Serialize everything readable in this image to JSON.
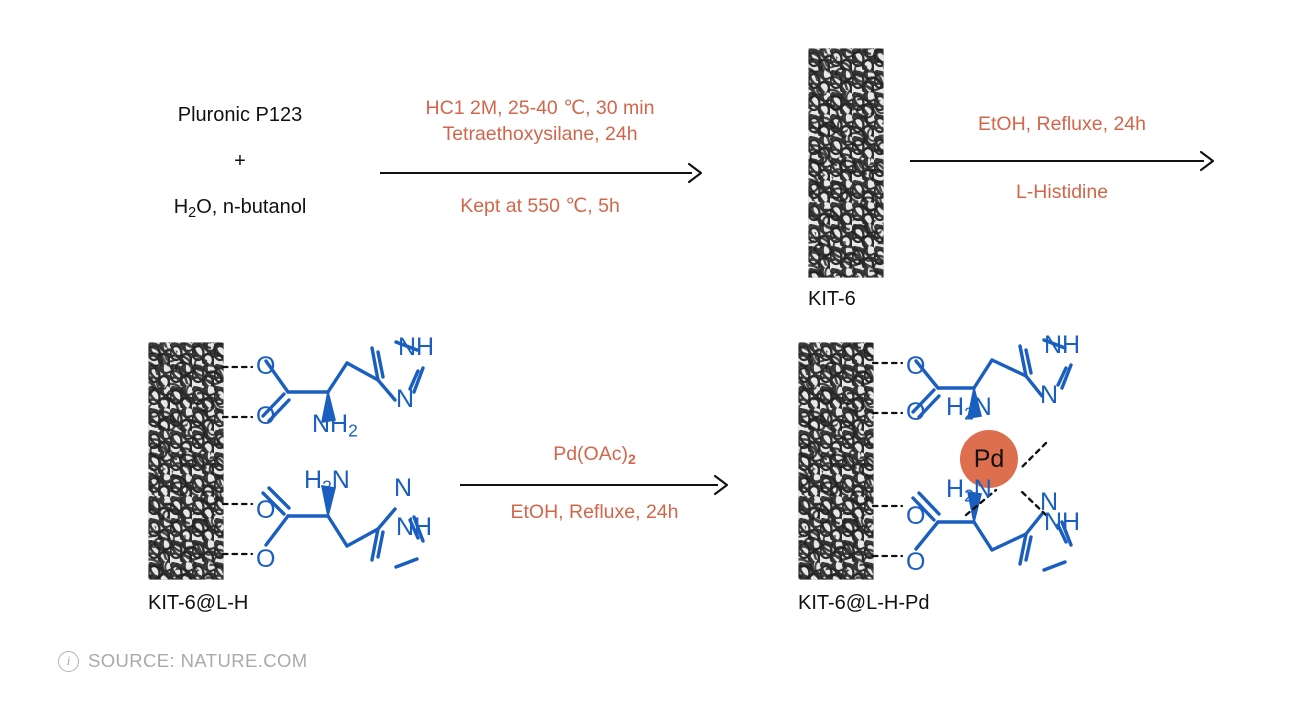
{
  "figure": {
    "title": "Synthesis scheme of KIT-6@L-H-Pd catalyst",
    "background": "#ffffff",
    "accent_condition_color": "#d2664b",
    "structure_color": "#1a5fbf",
    "palladium_color": "#dd6e4e"
  },
  "reactants": {
    "line1": "Pluronic P123",
    "line2": "+",
    "line3_pre": "H",
    "line3_sub": "2",
    "line3_post": "O, n-butanol"
  },
  "steps": [
    {
      "id": "step-1",
      "above_line1": "HC1 2M, 25-40 ℃, 30 min",
      "above_line2": "Tetraethoxysilane, 24h",
      "below_line1": "Kept at 550 ℃, 5h"
    },
    {
      "id": "step-2",
      "above_line1": "EtOH, Refluxe, 24h",
      "below_line1": "L-Histidine"
    },
    {
      "id": "step-3",
      "above_line1_pre": "Pd(OAc)",
      "above_line1_sub": "2",
      "below_line1": "EtOH, Refluxe, 24h"
    }
  ],
  "products": {
    "kit6": "KIT-6",
    "kit6_lh": "KIT-6@L-H",
    "kit6_lh_pd": "KIT-6@L-H-Pd"
  },
  "atom_labels": {
    "o": "O",
    "n": "N",
    "nh": "NH",
    "nh2_pre": "NH",
    "nh2_sub": "2",
    "h2n_pre": "H",
    "h2n_sub": "2",
    "h2n_post": "N",
    "pd": "Pd"
  },
  "footer": {
    "source": "SOURCE: NATURE.COM",
    "icon": "info-icon"
  }
}
